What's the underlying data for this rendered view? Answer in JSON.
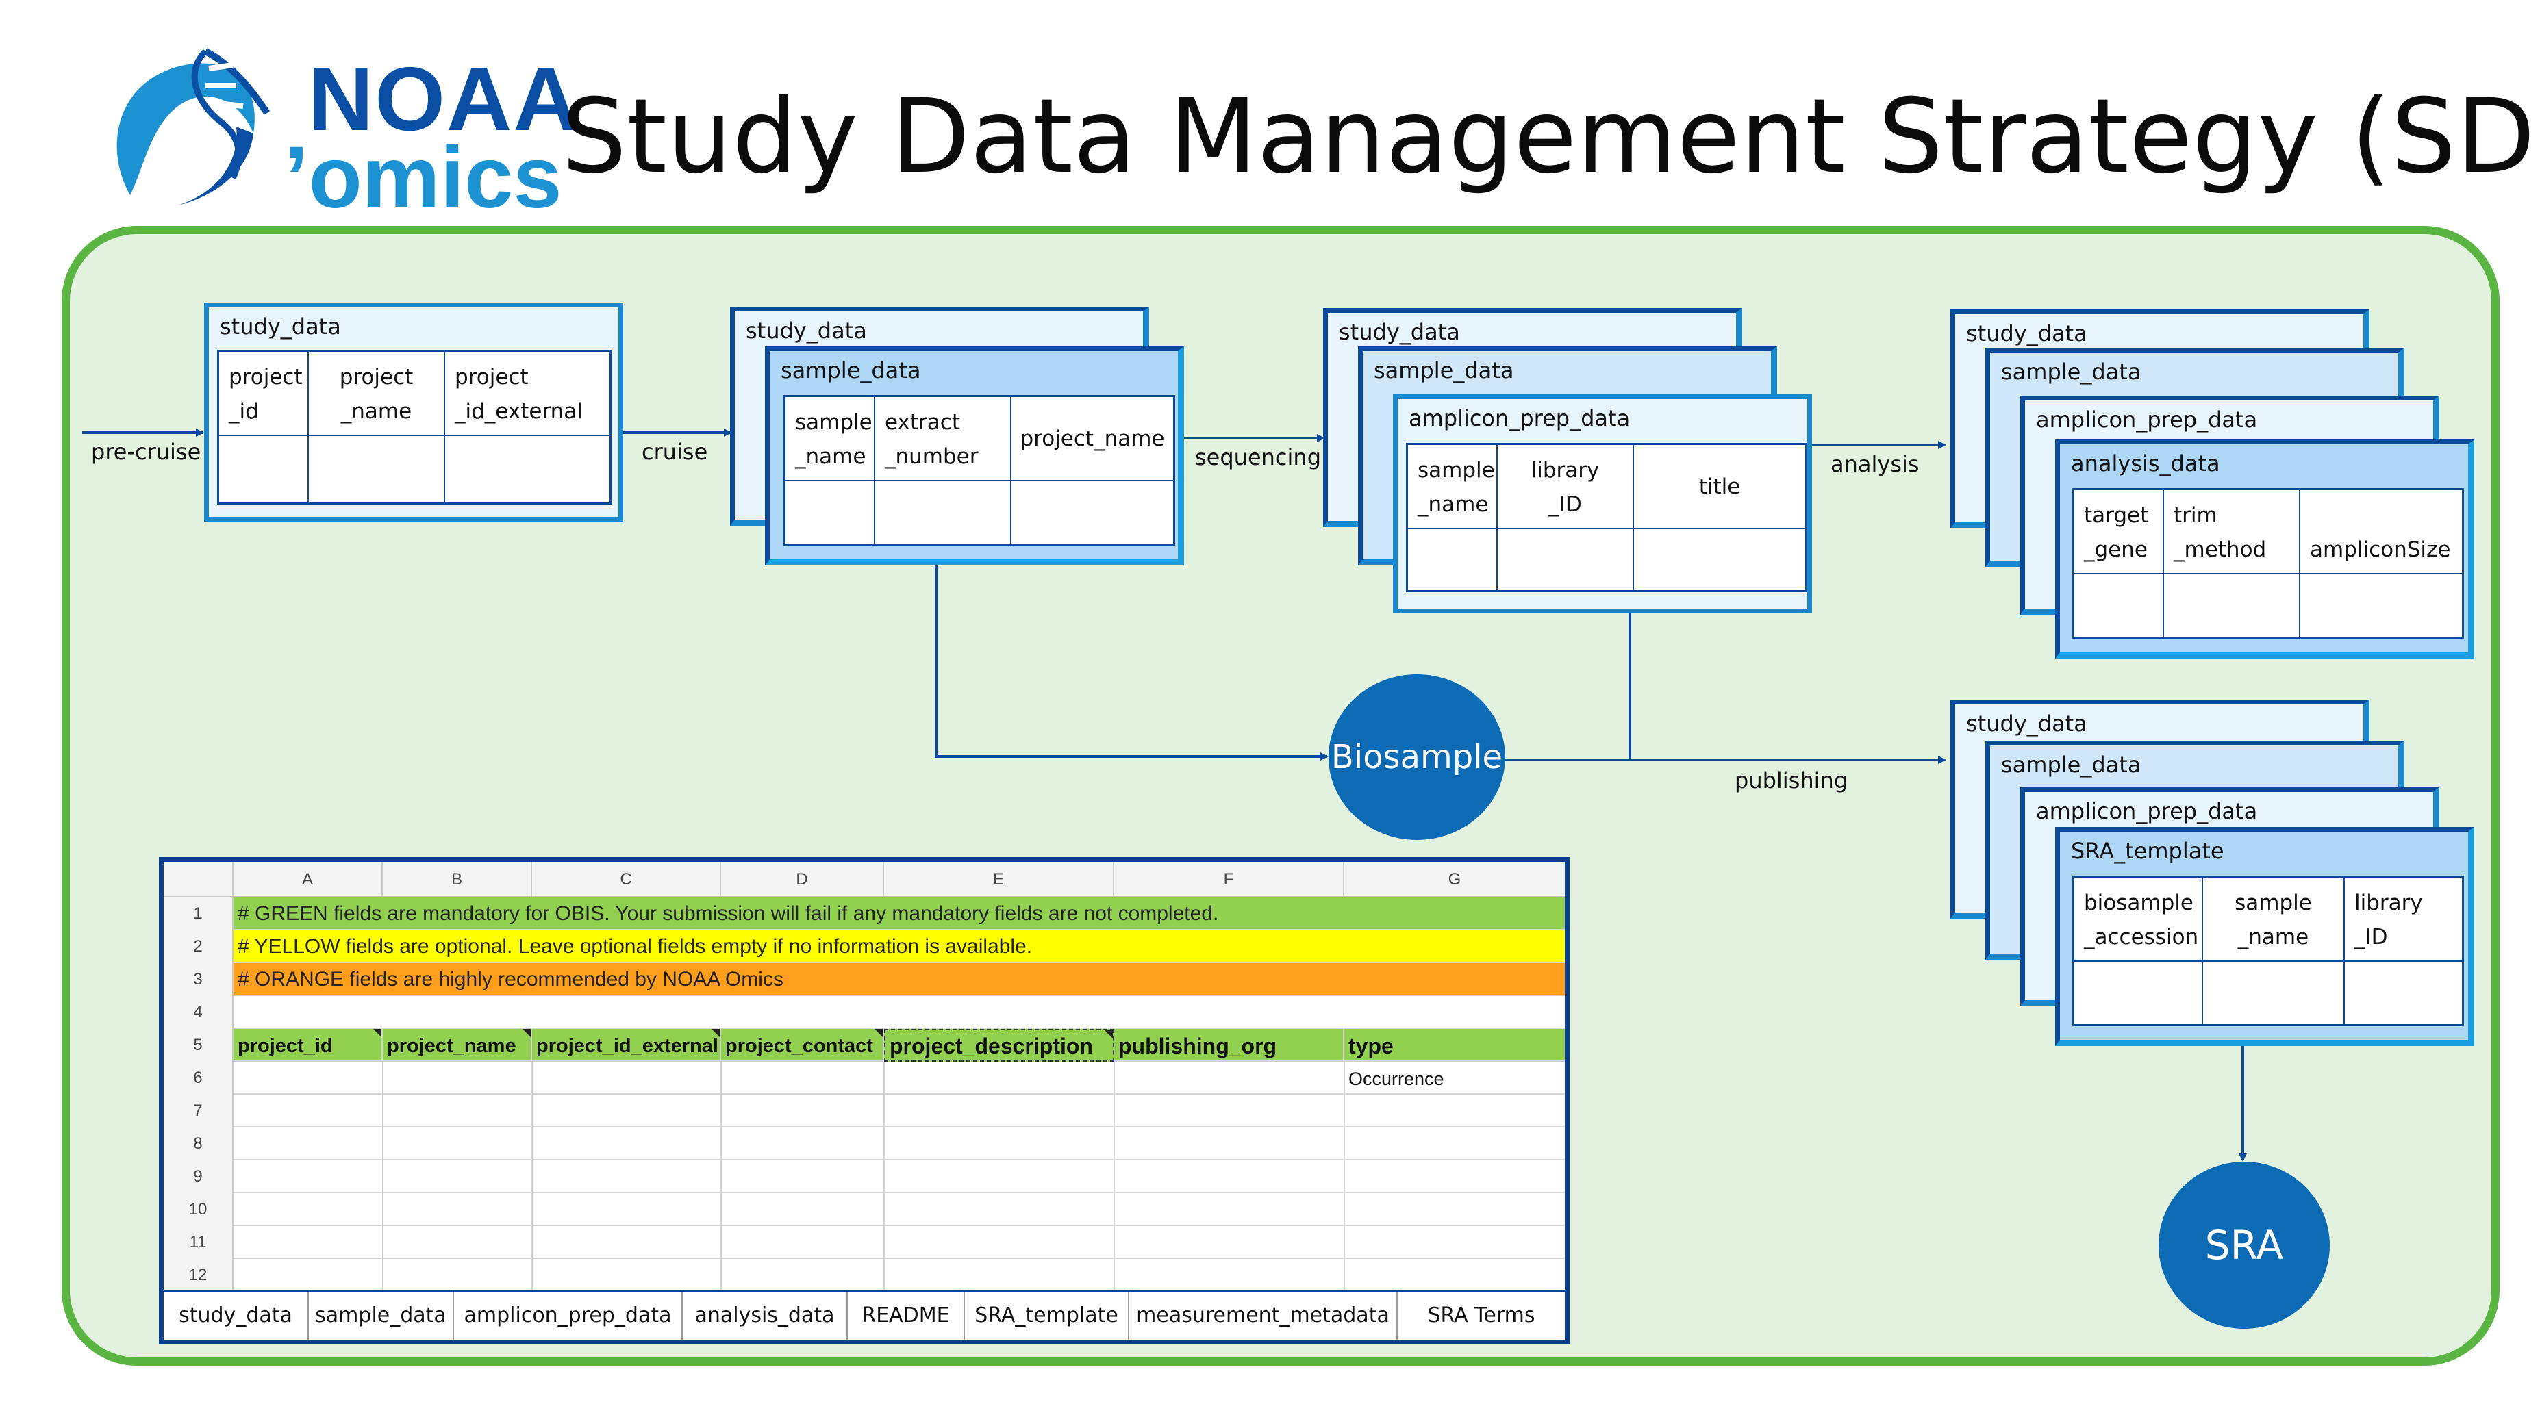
{
  "header": {
    "logo_line1": "NOAA",
    "logo_line2": "’omics",
    "title": "Study Data Management Strategy (SDMS)"
  },
  "colors": {
    "panel_fill": "#e3f2df",
    "panel_border": "#5ab543",
    "card_dark_border": "#0b4a9a",
    "card_light_border": "#1a88cf",
    "front_card_fill": "#aed6f5",
    "node_fill": "#0d6ab5",
    "sheet_green": "#92d050",
    "sheet_yellow": "#ffff00",
    "sheet_orange": "#ff9f1c"
  },
  "stage1": {
    "title": "study_data",
    "headers": [
      "project\n_id",
      "project\n_name",
      "project\n_id_external"
    ]
  },
  "stage2": {
    "back_title": "study_data",
    "front_title": "sample_data",
    "headers": [
      "sample\n_name",
      "extract\n_number",
      "project_name"
    ]
  },
  "stage3": {
    "titles": [
      "study_data",
      "sample_data"
    ],
    "front_title": "amplicon_prep_data",
    "headers": [
      "sample\n_name",
      "library\n_ID",
      "title"
    ]
  },
  "stage4": {
    "titles": [
      "study_data",
      "sample_data",
      "amplicon_prep_data"
    ],
    "front_title": "analysis_data",
    "headers": [
      "target\n_gene",
      "trim\n_method",
      "ampliconSize"
    ]
  },
  "stage5": {
    "titles": [
      "study_data",
      "sample_data",
      "amplicon_prep_data"
    ],
    "front_title": "SRA_template",
    "headers": [
      "biosample\n_accession",
      "sample\n_name",
      "library\n_ID"
    ]
  },
  "edges": {
    "pre_cruise": "pre-cruise",
    "cruise": "cruise",
    "sequencing": "sequencing",
    "analysis": "analysis",
    "publishing": "publishing"
  },
  "nodes": {
    "biosample": "Biosample",
    "sra": "SRA"
  },
  "sheet": {
    "columns": [
      "A",
      "B",
      "C",
      "D",
      "E",
      "F",
      "G"
    ],
    "row_numbers": [
      "1",
      "2",
      "3",
      "4",
      "5",
      "6",
      "7",
      "8",
      "9",
      "10",
      "11",
      "12"
    ],
    "notes": [
      "# GREEN fields are mandatory for OBIS. Your submission will fail if any mandatory fields are not completed.",
      "# YELLOW fields are optional. Leave optional fields empty if no information is available.",
      "# ORANGE fields are highly recommended by NOAA Omics"
    ],
    "header_cells": [
      "project_id",
      "project_name",
      "project_id_external",
      "project_contact",
      "project_description",
      "publishing_org",
      "type"
    ],
    "row6_type": "Occurrence",
    "tabs": [
      "study_data",
      "sample_data",
      "amplicon_prep_data",
      "analysis_data",
      "README",
      "SRA_template",
      "measurement_metadata",
      "SRA Terms"
    ]
  }
}
